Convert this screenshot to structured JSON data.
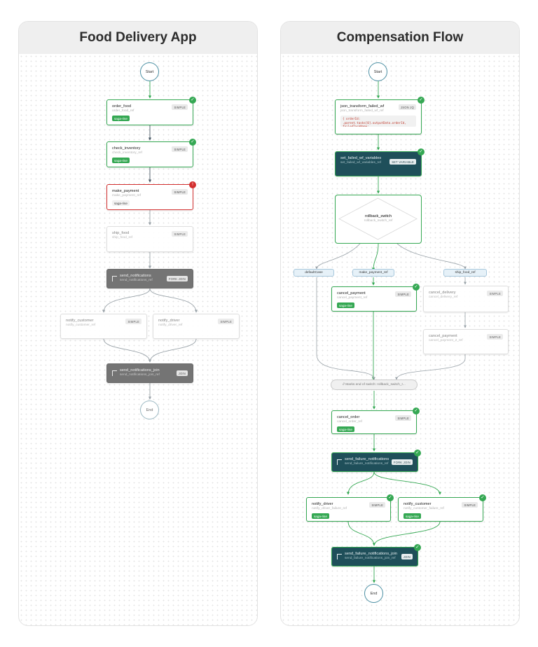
{
  "left_panel": {
    "title": "Food Delivery App",
    "start": "Start",
    "end": "End",
    "nodes": {
      "order_food": {
        "title": "order_food",
        "ref": "order_food_ref",
        "tag": "SIMPLE",
        "badge": "saga-rise"
      },
      "check_inventory": {
        "title": "check_inventory",
        "ref": "check_inventory_ref",
        "tag": "SIMPLE",
        "badge": "saga-rise"
      },
      "make_payment": {
        "title": "make_payment",
        "ref": "make_payment_ref",
        "tag": "SIMPLE",
        "badge": "saga-rise"
      },
      "ship_food": {
        "title": "ship_food",
        "ref": "ship_food_ref",
        "tag": "SIMPLE"
      },
      "send_notifications": {
        "title": "send_notifications",
        "ref": "send_notifications_ref",
        "tag": "FORK JOIN"
      },
      "notify_customer": {
        "title": "notify_customer",
        "ref": "notify_customer_ref",
        "tag": "SIMPLE"
      },
      "notify_driver": {
        "title": "notify_driver",
        "ref": "notify_driver_ref",
        "tag": "SIMPLE"
      },
      "send_notifications_join": {
        "title": "send_notifications_join",
        "ref": "send_notifications_join_ref",
        "tag": "JOIN"
      }
    }
  },
  "right_panel": {
    "title": "Compensation Flow",
    "start": "Start",
    "end": "End",
    "nodes": {
      "json_transform": {
        "title": "json_transform_failed_wf",
        "ref": "json_transform_failed_wf_ref",
        "tag": "JSON JQ",
        "code": "{ orderId: .parent.tasks[0].outputData.orderId, failedTaskName:"
      },
      "set_failed": {
        "title": "set_failed_wf_variables",
        "ref": "set_failed_wf_variables_ref",
        "tag": "SET VARIABLE"
      },
      "rollback_switch": {
        "title": "rollback_switch",
        "ref": "rollback_switch_ref"
      },
      "cancel_payment": {
        "title": "cancel_payment",
        "ref": "cancel_payment_ref",
        "tag": "SIMPLE",
        "badge": "saga-rise"
      },
      "cancel_delivery": {
        "title": "cancel_delivery",
        "ref": "cancel_delivery_ref",
        "tag": "SIMPLE"
      },
      "cancel_payment_2": {
        "title": "cancel_payment",
        "ref": "cancel_payment_2_ref",
        "tag": "SIMPLE"
      },
      "cancel_order": {
        "title": "cancel_order",
        "ref": "cancel_order_ref",
        "tag": "SIMPLE",
        "badge": "saga-rise"
      },
      "send_failure_notifications": {
        "title": "send_failure_notifications",
        "ref": "send_failure_notifications_ref",
        "tag": "FORK JOIN"
      },
      "notify_driver": {
        "title": "notify_driver",
        "ref": "notify_driver_failure_ref",
        "tag": "SIMPLE",
        "badge": "saga-rise"
      },
      "notify_customer": {
        "title": "notify_customer",
        "ref": "notify_customer_failure_ref",
        "tag": "SIMPLE",
        "badge": "saga-rise"
      },
      "send_failure_notifications_join": {
        "title": "send_failure_notifications_join",
        "ref": "send_failure_notifications_join_ref",
        "tag": "JOIN"
      }
    },
    "cases": {
      "default": "defaultCase",
      "make_payment": "make_payment_ref",
      "ship_food": "ship_food_ref"
    },
    "end_marker": "// Marks end of switch: rollback_switch_r..."
  },
  "colors": {
    "success": "#35a853",
    "error": "#d32f2f",
    "edge": "#4a5a66",
    "dark_node": "#1f4f5a",
    "grey_node": "#747474",
    "circle": "#4b8fa3"
  }
}
